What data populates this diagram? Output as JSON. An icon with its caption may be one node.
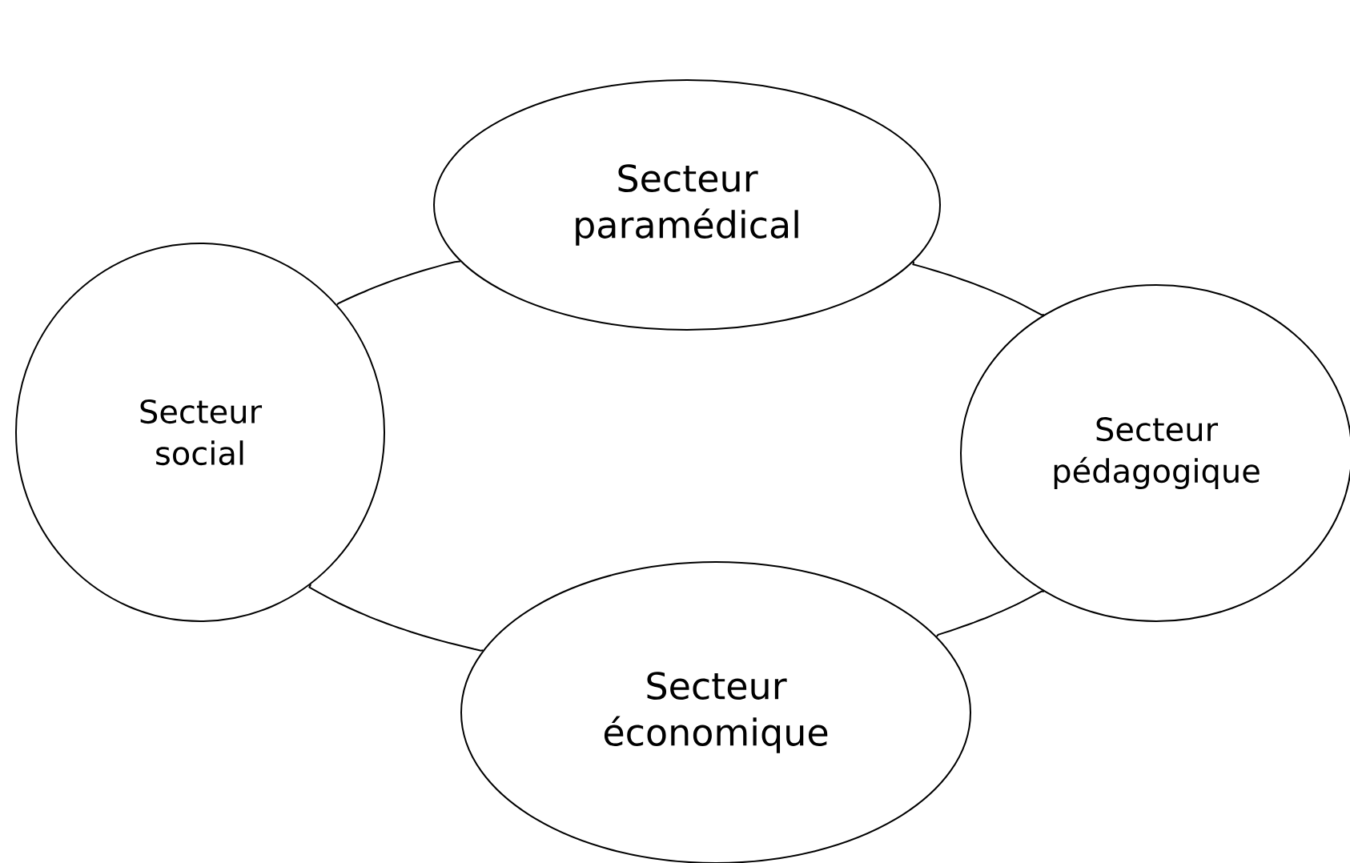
{
  "diagram": {
    "nodes": [
      {
        "text": [
          "Secteur paramédical"
        ]
      },
      {
        "text": [
          "Secteur pédagogique"
        ]
      },
      {
        "text": [
          "Secteur économique"
        ]
      },
      {
        "text": [
          "Secteur social"
        ]
      }
    ],
    "edges": [
      {
        "from": 0,
        "to": 1,
        "arrow": "none"
      },
      {
        "from": 1,
        "to": 2,
        "arrow": "none"
      },
      {
        "from": 2,
        "to": 3,
        "arrow": "none"
      },
      {
        "from": 3,
        "to": 0,
        "arrow": "none"
      }
    ]
  }
}
